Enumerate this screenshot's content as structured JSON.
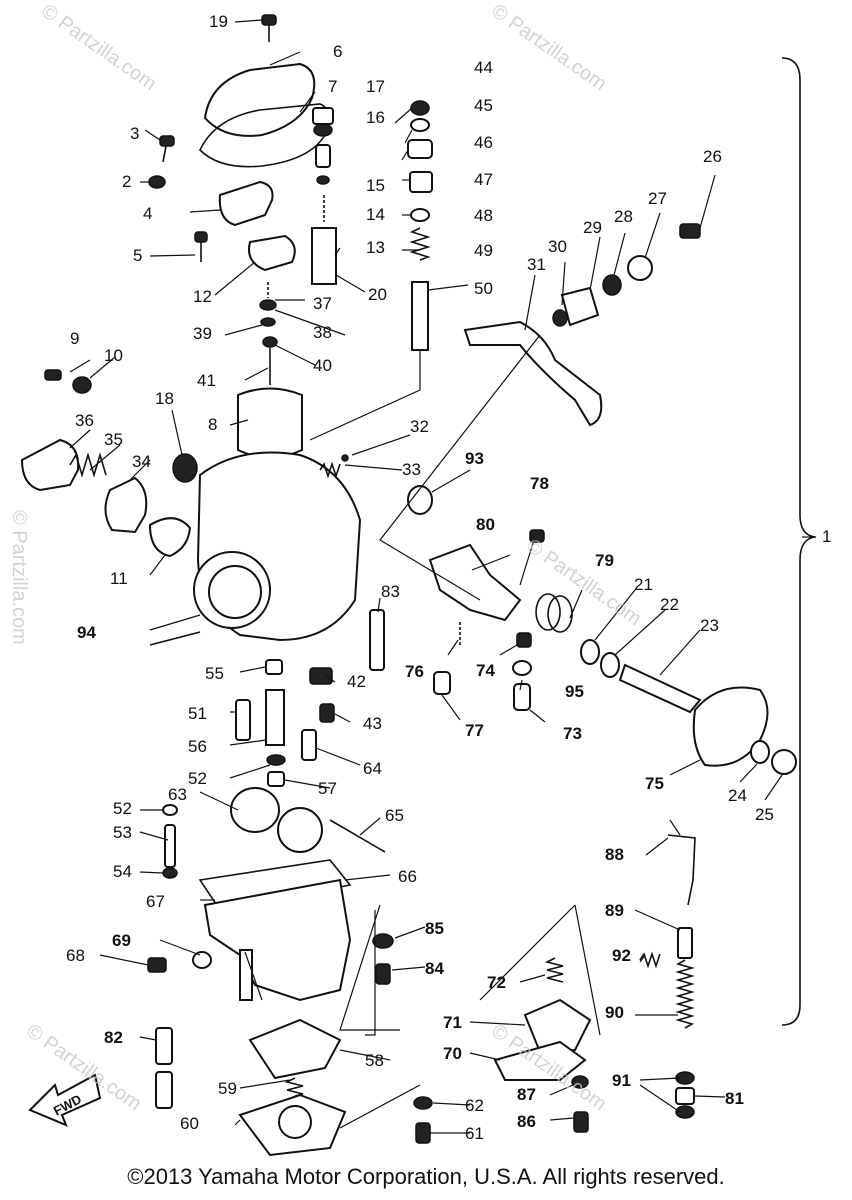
{
  "watermark": "© Partzilla.com",
  "copyright": "©2013 Yamaha Motor Corporation, U.S.A. All rights reserved.",
  "fwd_label": "FWD",
  "assembly_label": "1",
  "callouts": [
    "2",
    "3",
    "4",
    "5",
    "6",
    "7",
    "8",
    "9",
    "10",
    "11",
    "12",
    "13",
    "14",
    "15",
    "16",
    "17",
    "18",
    "19",
    "20",
    "21",
    "22",
    "23",
    "24",
    "25",
    "26",
    "27",
    "28",
    "29",
    "30",
    "31",
    "32",
    "33",
    "34",
    "35",
    "36",
    "37",
    "38",
    "39",
    "40",
    "41",
    "42",
    "43",
    "44",
    "45",
    "46",
    "47",
    "48",
    "49",
    "50",
    "51",
    "52",
    "53",
    "54",
    "55",
    "56",
    "57",
    "58",
    "59",
    "60",
    "61",
    "62",
    "63",
    "64",
    "65",
    "66",
    "67",
    "68",
    "69",
    "70",
    "71",
    "72",
    "73",
    "74",
    "75",
    "76",
    "77",
    "78",
    "79",
    "80",
    "81",
    "82",
    "83",
    "84",
    "85",
    "86",
    "87",
    "88",
    "89",
    "90",
    "91",
    "92",
    "93",
    "94",
    "95"
  ]
}
